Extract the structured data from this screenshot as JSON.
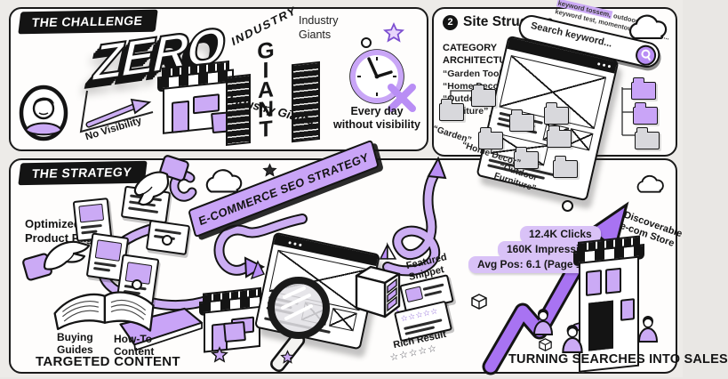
{
  "colors": {
    "accent": "#a873f2",
    "ribbon": "#ccaef3",
    "pill": "#d9c2f7",
    "ink": "#141414",
    "paper": "#fefdfc"
  },
  "challenge": {
    "badge": "THE CHALLENGE",
    "zero": "ZERO",
    "no_visibility": "No Visibility",
    "tower_top": "INDUSTRY",
    "tower_letters": "GIANT",
    "industry_giants_label": "Industry Giants",
    "industry_giants_caption": "Industry Giants",
    "clock_line1": "Every day",
    "clock_line2": "without visibility"
  },
  "site": {
    "step": "2",
    "title": "Site Structure",
    "category_header": "CATEGORY ARCHITECTURE:",
    "category_lines": [
      "“Garden Tools”,",
      "“Home Decor”,",
      "“Outdoor Furniture”"
    ],
    "scribble_highlight": "keyword tossem,",
    "scribble_rest": " outdoor funitura,",
    "scribble_line2": "keyword test, momentoud keyword...",
    "search_placeholder": "Search keyword...",
    "folder_labels": [
      "“Garden”",
      "“Home Decor”",
      "“Outdoor Furniture”"
    ]
  },
  "strategy": {
    "badge": "THE STRATEGY",
    "banner": "E-COMMERCE SEO STRATEGY",
    "optimized_label": "Optimized Product Page",
    "buying_label": "Buying Guides",
    "howto_label": "How-To Content",
    "targeted_caption": "TARGETED CONTENT",
    "featured_label": "Featured Snippet",
    "rich_label": "Rich Result",
    "stars": "☆☆☆☆☆",
    "stats": {
      "clicks": "12.4K Clicks",
      "impressions": "160K Impressions",
      "avg_pos": "Avg Pos: 6.1 (Page 1)"
    },
    "discoverable_line1": "Discoverable",
    "discoverable_line2": "e-com Store",
    "sales_caption": "TURNING SEARCHES INTO SALES"
  }
}
